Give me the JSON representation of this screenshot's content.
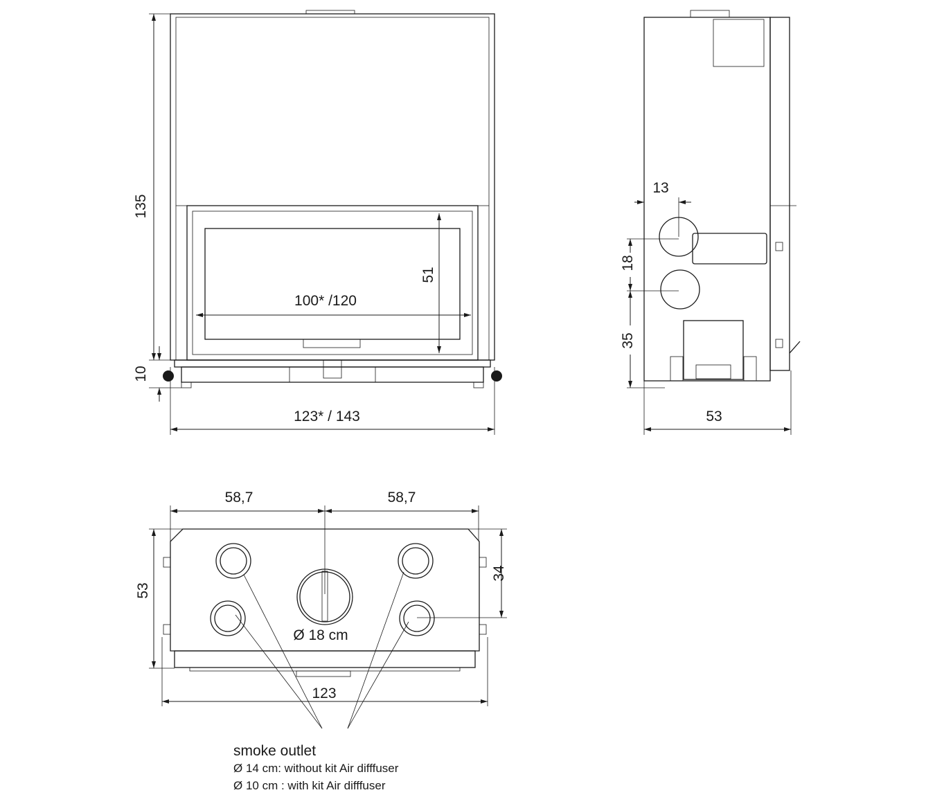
{
  "front_view": {
    "height_label": "135",
    "base_label": "10",
    "width_label": "123* / 143",
    "opening_width_label": "100* /120",
    "opening_height_label": "51"
  },
  "side_view": {
    "depth_label": "53",
    "outlet_offset_label": "13",
    "outlet_spacing_label": "18",
    "outlet_height_label": "35"
  },
  "top_view": {
    "left_half_label": "58,7",
    "right_half_label": "58,7",
    "depth_label": "53",
    "outlet_depth_label": "34",
    "width_label": "123",
    "center_outlet_label": "Ø 18 cm"
  },
  "legend": {
    "title": "smoke outlet",
    "line1": "Ø 14 cm: without kit Air difffuser",
    "line2": "Ø 10 cm : with kit Air difffuser"
  }
}
